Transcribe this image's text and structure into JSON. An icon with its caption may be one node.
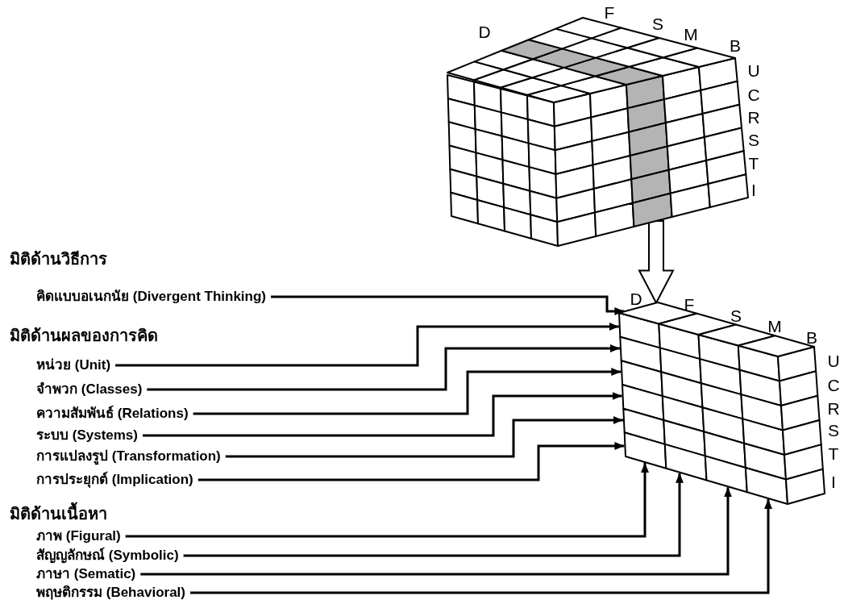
{
  "diagram": {
    "nodes": [
      {
        "text": [
          "D",
          "F",
          "S",
          "M",
          "B",
          "U",
          "C",
          "R",
          "S",
          "T",
          "I"
        ]
      },
      {
        "text": [
          "D",
          "F",
          "S",
          "M",
          "B",
          "U",
          "C",
          "R",
          "S",
          "T",
          "I"
        ]
      },
      {
        "text": [
          "คิดแบบอเนกนัย (Divergent Thinking)"
        ]
      },
      {
        "text": [
          "หน่วย (Unit)"
        ]
      },
      {
        "text": [
          "จำพวก (Classes)"
        ]
      },
      {
        "text": [
          "ความสัมพันธ์ (Relations)"
        ]
      },
      {
        "text": [
          "ระบบ (Systems)"
        ]
      },
      {
        "text": [
          "การแปลงรูป (Transformation)"
        ]
      },
      {
        "text": [
          "การประยุกต์ (Implication)"
        ]
      },
      {
        "text": [
          "ภาพ (Figural)"
        ]
      },
      {
        "text": [
          "สัญญลักษณ์ (Symbolic)"
        ]
      },
      {
        "text": [
          "ภาษา (Sematic)"
        ]
      },
      {
        "text": [
          "พฤษติกรรม (Behavioral)"
        ]
      }
    ],
    "edges": [
      {
        "from": 0,
        "to": 1,
        "arrow": "to"
      },
      {
        "from": 2,
        "to": 1,
        "arrow": "to"
      },
      {
        "from": 3,
        "to": 1,
        "arrow": "to"
      },
      {
        "from": 4,
        "to": 1,
        "arrow": "to"
      },
      {
        "from": 5,
        "to": 1,
        "arrow": "to"
      },
      {
        "from": 6,
        "to": 1,
        "arrow": "to"
      },
      {
        "from": 7,
        "to": 1,
        "arrow": "to"
      },
      {
        "from": 8,
        "to": 1,
        "arrow": "to"
      },
      {
        "from": 9,
        "to": 1,
        "arrow": "to"
      },
      {
        "from": 10,
        "to": 1,
        "arrow": "to"
      },
      {
        "from": 11,
        "to": 1,
        "arrow": "to"
      },
      {
        "from": 12,
        "to": 1,
        "arrow": "to"
      }
    ],
    "labels": [
      "มิติด้านวิธีการ",
      "มิติด้านผลของการคิด",
      "มิติด้านเนื้อหา"
    ]
  }
}
